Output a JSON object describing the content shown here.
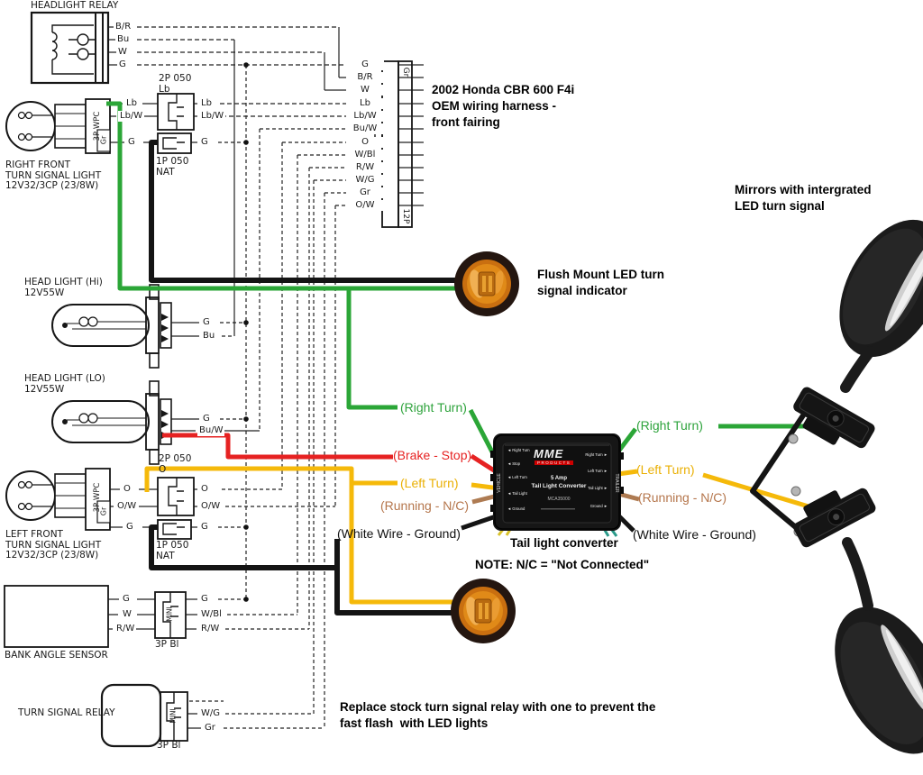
{
  "notes": {
    "harness": "2002 Honda CBR 600 F4i\nOEM wiring harness -\nfront fairing",
    "flush_led": "Flush Mount LED turn\nsignal indicator",
    "mirrors": "Mirrors with intergrated\nLED turn signal",
    "converter_caption": "Tail light converter",
    "nc": "NOTE: N/C = \"Not Connected\"",
    "relay_replace": "Replace stock turn signal relay with one to prevent the\nfast flash  with LED lights"
  },
  "headlight_relay": {
    "label": "HEADLIGHT RELAY",
    "pins": [
      "B/R",
      "Bu",
      "W",
      "G"
    ]
  },
  "right_front_signal": {
    "label": "RIGHT FRONT\nTURN SIGNAL LIGHT\n12V32/3CP (23/8W)",
    "connector": "3P WPC",
    "connector_tag": "Gr",
    "pin_lb": "Lb",
    "pin_lbw": "Lb/W",
    "pin_g": "G"
  },
  "conn_2p050_top": {
    "label": "2P 050\nLb"
  },
  "conn_1p050_top": {
    "label": "1P 050\nNAT"
  },
  "harness_conn": {
    "top": "Gr",
    "bottom": "12P",
    "pins": [
      "G",
      "B/R",
      "W",
      "Lb",
      "Lb/W",
      "Bu/W",
      "O",
      "W/Bl",
      "R/W",
      "W/G",
      "Gr",
      "O/W"
    ]
  },
  "headlight_hi": {
    "label": "HEAD LIGHT (Hi)\n12V55W",
    "pin_g": "G",
    "pin_bu": "Bu"
  },
  "headlight_lo": {
    "label": "HEAD LIGHT (LO)\n12V55W",
    "pin_g": "G",
    "pin_buw": "Bu/W"
  },
  "left_front_signal": {
    "label": "LEFT FRONT\nTURN SIGNAL LIGHT\n12V32/3CP (23/8W)",
    "connector": "3P WPC",
    "connector_tag": "Gr",
    "pin_o": "O",
    "pin_ow": "O/W",
    "pin_g": "G"
  },
  "conn_2p050_bottom": {
    "label": "2P 050\nO"
  },
  "conn_1p050_bottom": {
    "label": "1P 050\nNAT"
  },
  "bank_angle": {
    "label": "BANK ANGLE SENSOR",
    "connector": "MINI",
    "size": "3P Bl",
    "pin_g": "G",
    "pin_w": "W",
    "pin_rw": "R/W",
    "pin_g2": "G",
    "pin_wbl": "W/Bl",
    "pin_rw2": "R/W"
  },
  "turn_signal_relay": {
    "label": "TURN SIGNAL RELAY",
    "connector": "MINI",
    "size": "3P Bl",
    "pin_wg": "W/G",
    "pin_gr": "Gr"
  },
  "converter": {
    "brand": "MME",
    "brand_sub": "PRODUCTS",
    "line1": "5 Amp",
    "line2": "Tail Light Converter",
    "model": "MCA35000",
    "left_edge": "VEHICLE",
    "right_edge": "TRAILER",
    "pins_left": [
      "◄ Right Turn",
      "◄ Stop",
      "◄ Left Turn",
      "◄ Tail Light",
      "◄ Ground"
    ],
    "pins_right": [
      "Right Turn ►",
      "Left Turn ►",
      "Tail Light ►",
      "Ground ►"
    ]
  },
  "wire_labels_left": {
    "right_turn": "(Right Turn)",
    "brake": "(Brake - Stop)",
    "left_turn": "(Left Turn)",
    "running": "(Running - N/C)",
    "ground": "(White Wire - Ground)"
  },
  "wire_labels_right": {
    "right_turn": "(Right Turn)",
    "left_turn": "(Left Turn)",
    "running": "(Running - N/C)",
    "ground": "(White Wire - Ground)"
  },
  "colors": {
    "green": "#2ba637",
    "red": "#e62222",
    "yellow": "#f5b90a",
    "brown": "#ae7b52",
    "black": "#141414",
    "led_orange": "#e08a18"
  }
}
